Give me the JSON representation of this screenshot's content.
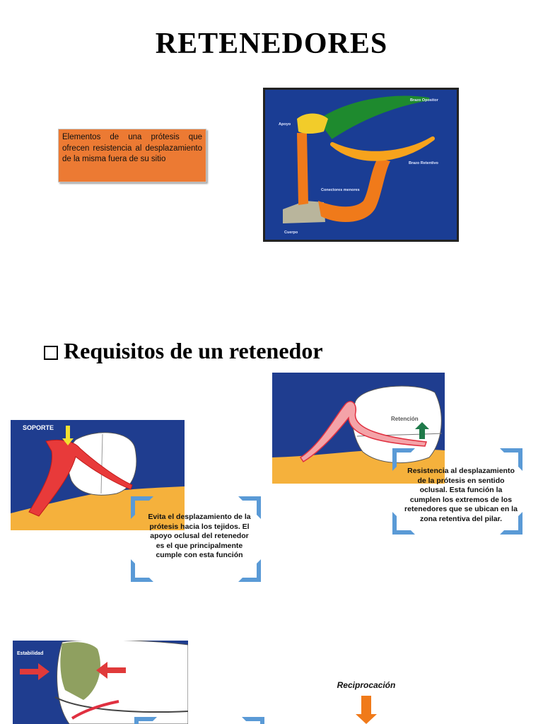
{
  "page": {
    "title": "RETENEDORES",
    "definition": "Elementos de una prótesis que ofrecen resistencia al desplazamiento de la misma fuera de su sitio",
    "section_heading": "Requisitos de un retenedor"
  },
  "diagram": {
    "labels": {
      "brazo_opositor": "Brazo Opositor",
      "apoyo": "Apoyo",
      "brazo_retentivo": "Brazo Retentivo",
      "conectores_menores": "Conectores menores",
      "cuerpo": "Cuerpo"
    },
    "colors": {
      "background": "#1a3d94",
      "arm_green": "#1e8a2e",
      "arm_yellow": "#f2cc2a",
      "arm_orange": "#f07a1a",
      "base_gray": "#b9b59c"
    }
  },
  "requisitos": {
    "soporte": {
      "label": "SOPORTE",
      "caption": "Evita el desplazamiento de la prótesis hacia los tejidos. El apoyo oclusal del retenedor es el que principalmente cumple con esta función"
    },
    "retencion": {
      "label": "Retención",
      "caption": "Resistencia al desplazamiento de la prótesis en sentido oclusal. Esta función la cumplen los extremos de los retenedores que se ubican en la zona retentiva del pilar."
    },
    "estabilidad": {
      "label": "Estabilidad"
    },
    "reciprocacion": {
      "label": "Reciprocación"
    }
  },
  "colors": {
    "box_orange": "#ec7a33",
    "bracket_blue": "#5a9ad6",
    "ill_blue": "#1f3d8f",
    "gum_yellow": "#f5b13c"
  }
}
